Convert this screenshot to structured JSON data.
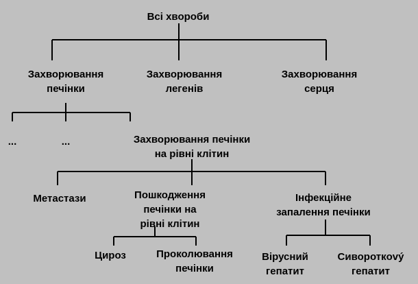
{
  "tree": {
    "root": "Всі хвороби",
    "level1": [
      "Захворювання\nпечінки",
      "Захворювання\nлегенів",
      "Захворювання\nсерця"
    ],
    "liver_children": [
      "...",
      "..."
    ],
    "cell_level": "Захворювання печінки\nна рівні клітин",
    "cell_children": [
      "Метастази",
      "Пошкодження\nпечінки на\nрівні клітин",
      "Інфекційне\nзапалення печінки"
    ],
    "damage_children": [
      "Цироз",
      "Проколювання\nпечінки"
    ],
    "infection_children": [
      "Вірусний\nгепатит",
      "Сивороткový\nгепатит"
    ]
  }
}
